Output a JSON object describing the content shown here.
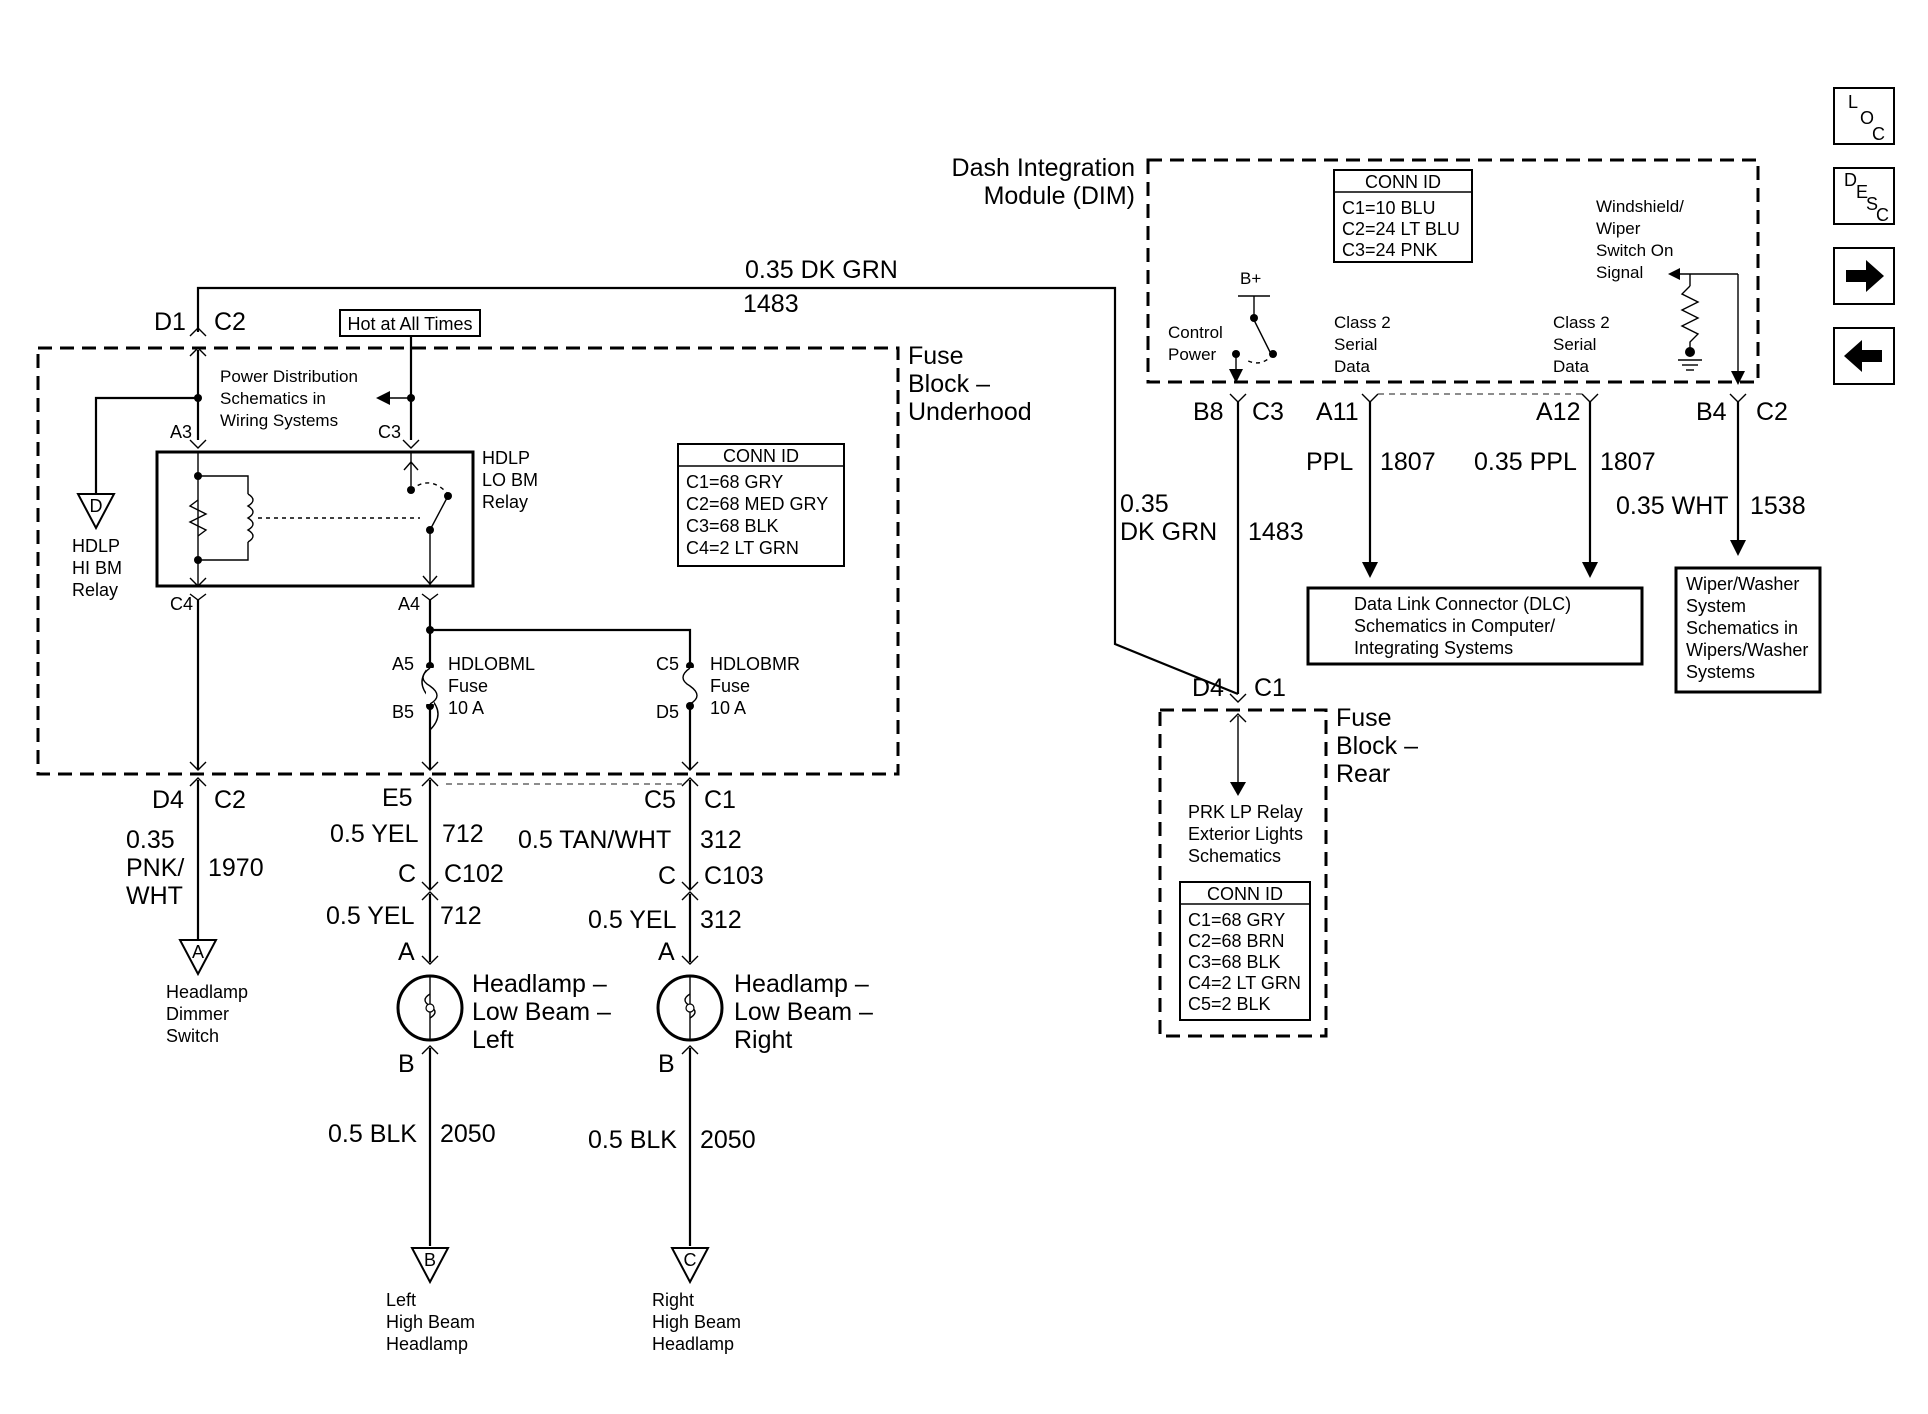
{
  "nav": {
    "loc": {
      "a": "L",
      "b": "O",
      "c": "C"
    },
    "desc": {
      "a": "D",
      "b": "E",
      "c": "S",
      "d": "C"
    },
    "forward": "→",
    "back": "←"
  },
  "dim": {
    "title1": "Dash Integration",
    "title2": "Module (DIM)",
    "conn_title": "CONN ID",
    "conn": [
      "C1=10 BLU",
      "C2=24 LT BLU",
      "C3=24 PNK"
    ],
    "bplus": "B+",
    "control_power": [
      "Control",
      "Power"
    ],
    "class2_a": [
      "Class 2",
      "Serial",
      "Data"
    ],
    "class2_b": [
      "Class 2",
      "Serial",
      "Data"
    ],
    "wiper_signal": [
      "Windshield/",
      "Wiper",
      "Switch On",
      "Signal"
    ],
    "pins": {
      "b8": "B8",
      "c3": "C3",
      "a11": "A11",
      "a12": "A12",
      "b4": "B4",
      "c2": "C2"
    }
  },
  "top_wire": {
    "gauge": "0.35 DK GRN",
    "circuit": "1483",
    "d1": "D1",
    "c2": "C2"
  },
  "hot": "Hot at All Times",
  "fuse_underhood": {
    "title": [
      "Fuse",
      "Block –",
      "Underhood"
    ],
    "power_dist": [
      "Power Distribution",
      "Schematics in",
      "Wiring Systems"
    ],
    "a3": "A3",
    "c3": "C3",
    "c4": "C4",
    "a4": "A4",
    "relay": [
      "HDLP",
      "LO BM",
      "Relay"
    ],
    "conn_title": "CONN ID",
    "conn": [
      "C1=68 GRY",
      "C2=68 MED GRY",
      "C3=68 BLK",
      "C4=2 LT GRN"
    ],
    "fuse_l": {
      "a": "A5",
      "name": "HDLOBML",
      "label": "Fuse",
      "amps": "10 A",
      "b": "B5"
    },
    "fuse_r": {
      "a": "C5",
      "name": "HDLOBMR",
      "label": "Fuse",
      "amps": "10 A",
      "b": "D5"
    }
  },
  "hi_bm_ref": {
    "letter": "D",
    "label": [
      "HDLP",
      "HI BM",
      "Relay"
    ]
  },
  "dimmer": {
    "d4": "D4",
    "c2": "C2",
    "gauge": [
      "0.35",
      "PNK/",
      "WHT"
    ],
    "circuit": "1970",
    "letter": "A",
    "label": [
      "Headlamp",
      "Dimmer",
      "Switch"
    ]
  },
  "left_lamp": {
    "e5": "E5",
    "gauge1": "0.5 YEL",
    "circuit1": "712",
    "c": "C",
    "conn": "C102",
    "gauge2": "0.5 YEL",
    "circuit2": "712",
    "a": "A",
    "name": [
      "Headlamp –",
      "Low Beam –",
      "Left"
    ],
    "b": "B",
    "gauge3": "0.5 BLK",
    "circuit3": "2050",
    "letter": "B",
    "label": [
      "Left",
      "High Beam",
      "Headlamp"
    ]
  },
  "right_lamp": {
    "c5": "C5",
    "c1": "C1",
    "gauge1": "0.5 TAN/WHT",
    "circuit1": "312",
    "c": "C",
    "conn": "C103",
    "gauge2": "0.5 YEL",
    "circuit2": "312",
    "a": "A",
    "name": [
      "Headlamp –",
      "Low Beam –",
      "Right"
    ],
    "b": "B",
    "gauge3": "0.5 BLK",
    "circuit3": "2050",
    "letter": "C",
    "label": [
      "Right",
      "High Beam",
      "Headlamp"
    ]
  },
  "dim_wires": {
    "b8_gauge": [
      "0.35",
      "DK GRN"
    ],
    "b8_circuit": "1483",
    "a11_gauge": "PPL",
    "a11_circuit": "1807",
    "a12_gauge": "0.35 PPL",
    "a12_circuit": "1807",
    "b4_gauge": "0.35 WHT",
    "b4_circuit": "1538"
  },
  "dlc": [
    "Data Link Connector (DLC)",
    "Schematics in Computer/",
    "Integrating Systems"
  ],
  "wiper_ref": [
    "Wiper/Washer",
    "System",
    "Schematics in",
    "Wipers/Washer",
    "Systems"
  ],
  "fuse_rear": {
    "d4": "D4",
    "c1": "C1",
    "title": [
      "Fuse",
      "Block –",
      "Rear"
    ],
    "prk": [
      "PRK LP Relay",
      "Exterior Lights",
      "Schematics"
    ],
    "conn_title": "CONN ID",
    "conn": [
      "C1=68 GRY",
      "C2=68 BRN",
      "C3=68 BLK",
      "C4=2 LT GRN",
      "C5=2 BLK"
    ]
  }
}
